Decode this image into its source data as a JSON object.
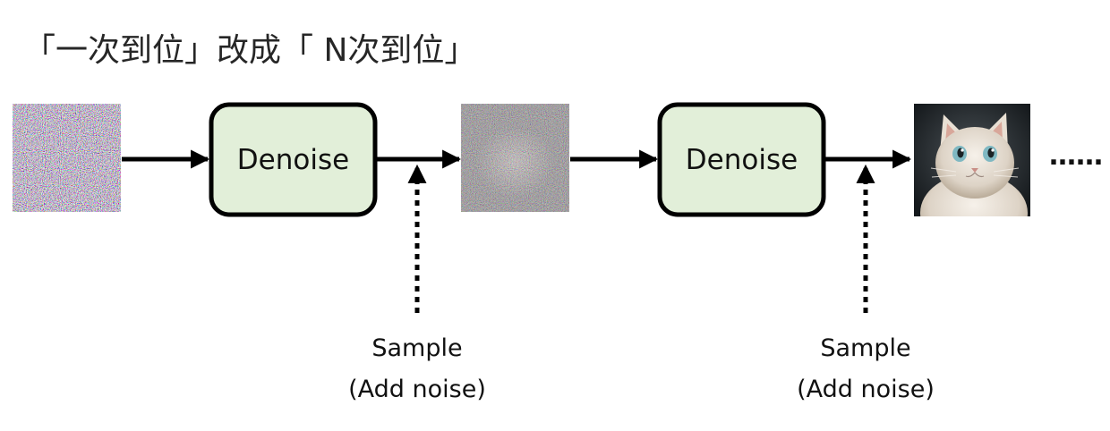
{
  "title": "「一次到位」改成「 N次到位」",
  "steps": [
    {
      "label": "Denoise",
      "caption_line1": "Sample",
      "caption_line2": "(Add noise)"
    },
    {
      "label": "Denoise",
      "caption_line1": "Sample",
      "caption_line2": "(Add noise)"
    }
  ],
  "images": [
    {
      "name": "pure-noise-image",
      "content": "random color noise"
    },
    {
      "name": "partially-denoised-image",
      "content": "noise with faint cat silhouette"
    },
    {
      "name": "cat-image",
      "content": "fluffy white cat with blue eyes"
    }
  ],
  "continuation": "……",
  "colors": {
    "box_fill": "#e2efd9",
    "box_border": "#000000",
    "arrow": "#000000",
    "text": "#111111"
  }
}
